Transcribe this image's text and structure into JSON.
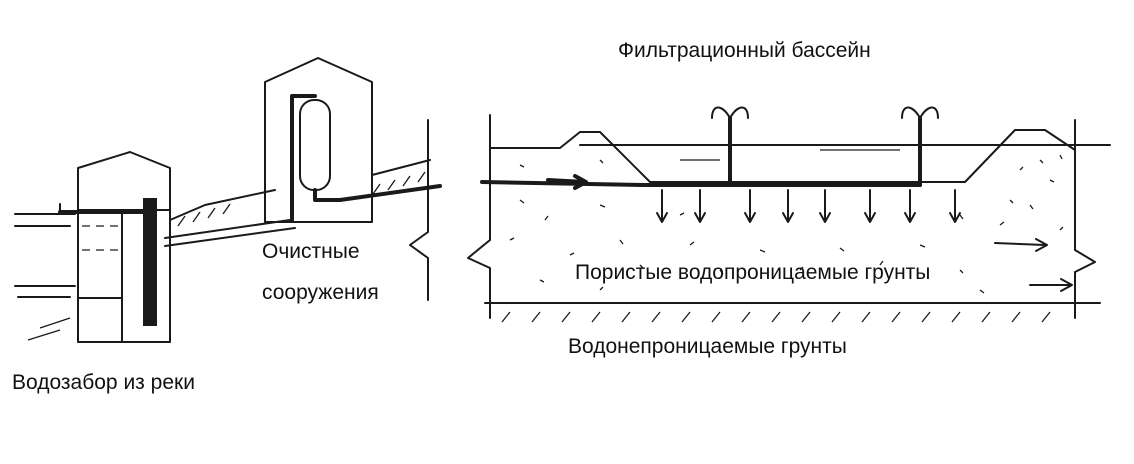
{
  "labels": {
    "basin_title": "Фильтрационный бассейн",
    "treatment_line1": "Очистные",
    "treatment_line2": "сооружения",
    "intake": "Водозабор из реки",
    "porous": "Пористые водопроницаемые грунты",
    "impermeable": "Водонепроницаемые грунты"
  },
  "colors": {
    "ink": "#1a1a1a",
    "background": "#ffffff"
  }
}
